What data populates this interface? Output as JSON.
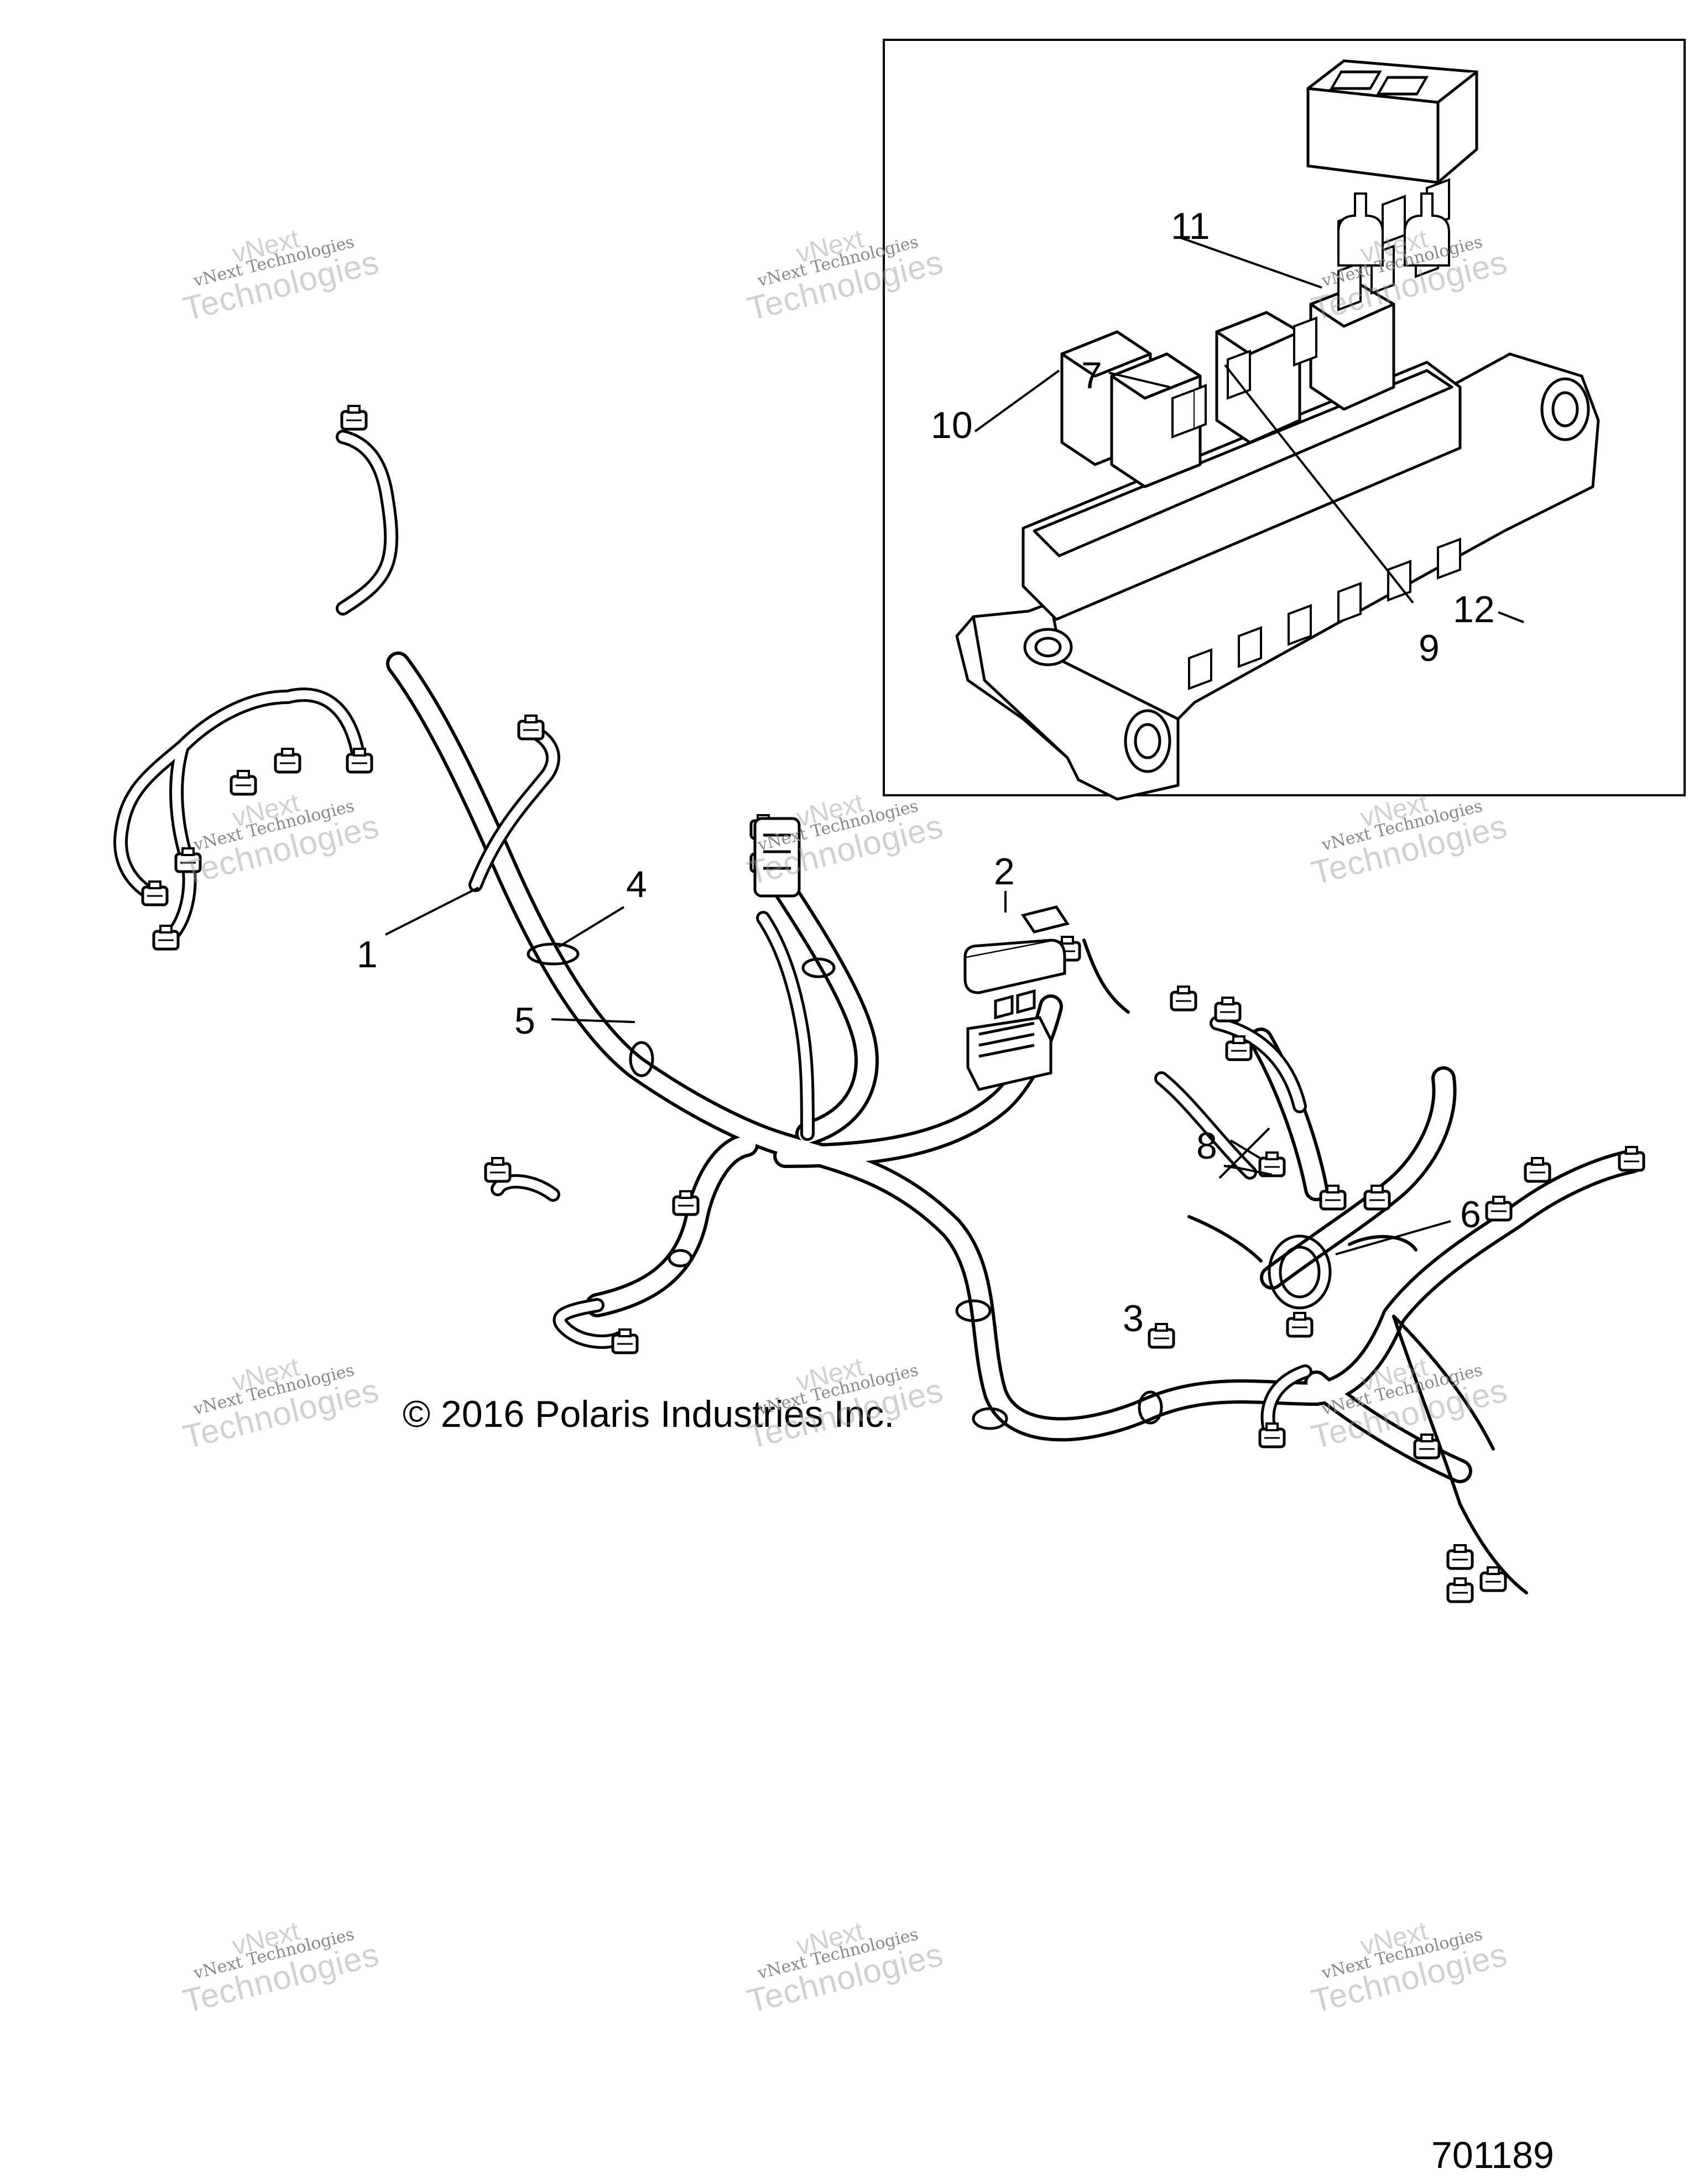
{
  "callouts": [
    {
      "label": "1"
    },
    {
      "label": "2"
    },
    {
      "label": "3"
    },
    {
      "label": "4"
    },
    {
      "label": "5"
    },
    {
      "label": "6"
    },
    {
      "label": "7"
    },
    {
      "label": "8"
    },
    {
      "label": "9"
    },
    {
      "label": "10"
    },
    {
      "label": "11"
    },
    {
      "label": "12"
    }
  ],
  "copyright": "© 2016 Polaris Industries Inc.",
  "figure_number": "701189",
  "watermark": {
    "top": "vNext",
    "line1": "vNext Technologies",
    "line2": "Technologies"
  }
}
